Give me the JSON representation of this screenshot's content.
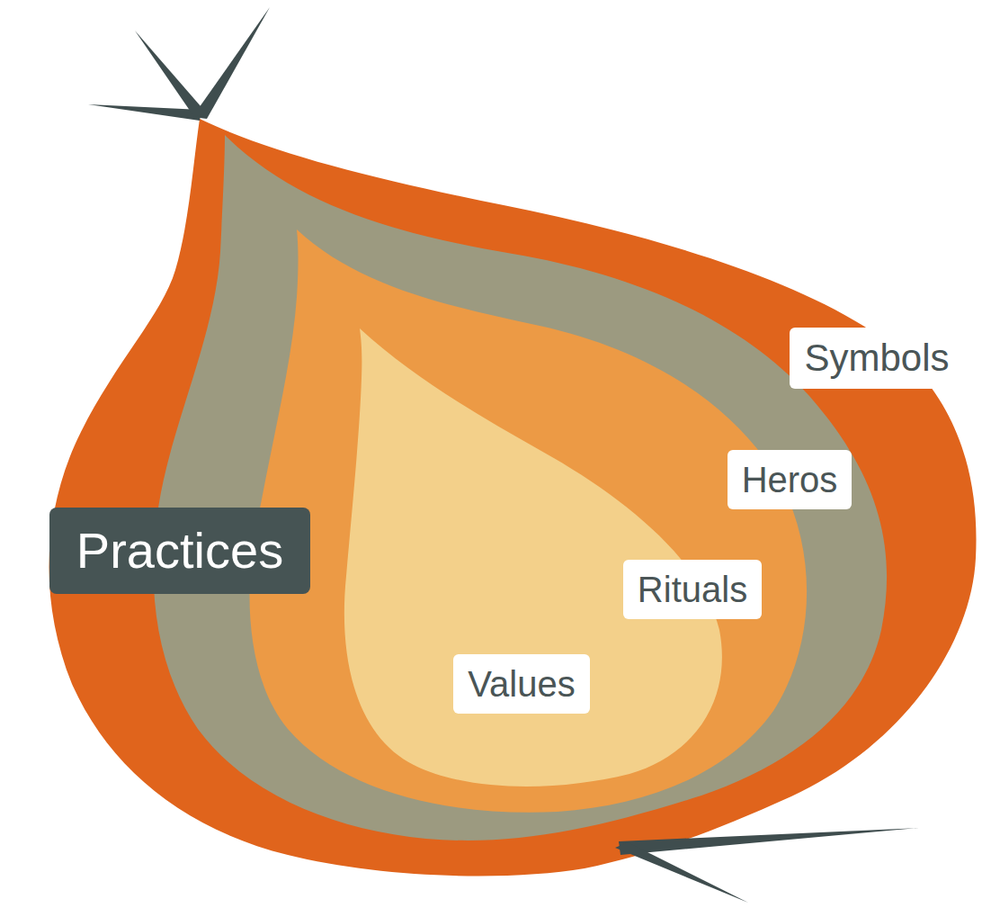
{
  "diagram": {
    "nodes": [
      {
        "text": [
          "Symbols"
        ]
      },
      {
        "text": [
          "Heros"
        ],
        "in": 0
      },
      {
        "text": [
          "Rituals"
        ],
        "in": 1
      },
      {
        "text": [
          "Values"
        ],
        "in": 2
      },
      {
        "text": [
          "Practices"
        ]
      }
    ]
  }
}
